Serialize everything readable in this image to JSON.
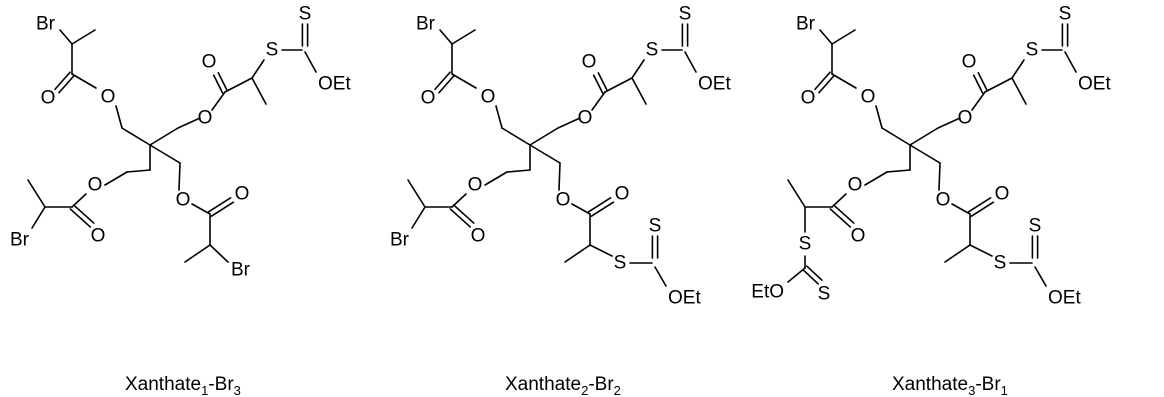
{
  "atoms": {
    "br": "Br",
    "s": "S",
    "o": "O",
    "oet": "OEt",
    "eto": "EtO"
  },
  "captions": [
    {
      "prefix": "Xanthate",
      "x_sub": "1",
      "mid": "-Br",
      "br_sub": "3"
    },
    {
      "prefix": "Xanthate",
      "x_sub": "2",
      "mid": "-Br",
      "br_sub": "2"
    },
    {
      "prefix": "Xanthate",
      "x_sub": "3",
      "mid": "-Br",
      "br_sub": "1"
    }
  ],
  "molecules": [
    {
      "arms": [
        "Br",
        "Xanthate",
        "Br",
        "Br"
      ]
    },
    {
      "arms": [
        "Br",
        "Xanthate",
        "Br",
        "Xanthate"
      ]
    },
    {
      "arms": [
        "Br",
        "Xanthate",
        "Xanthate",
        "Xanthate"
      ]
    }
  ]
}
